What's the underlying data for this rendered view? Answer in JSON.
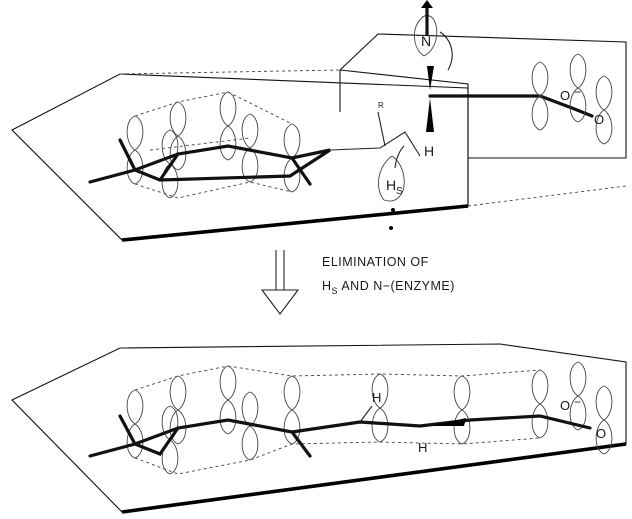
{
  "top_scheme": {
    "labels": {
      "n_atom": "N",
      "r_label": "R",
      "hs_main": "H",
      "hs_sub": "S",
      "h_atom": "H",
      "o_upper": "O",
      "o_lower": "O",
      "o_charge": "−"
    }
  },
  "arrow": {
    "line1": "ELIMINATION OF",
    "line2_h": "H",
    "line2_sub": "S",
    "line2_rest": " AND N−(ENZYME)"
  },
  "bottom_scheme": {
    "labels": {
      "h_upper": "H",
      "h_lower": "H",
      "o_upper": "O",
      "o_lower": "O",
      "o_charge": "−"
    }
  }
}
